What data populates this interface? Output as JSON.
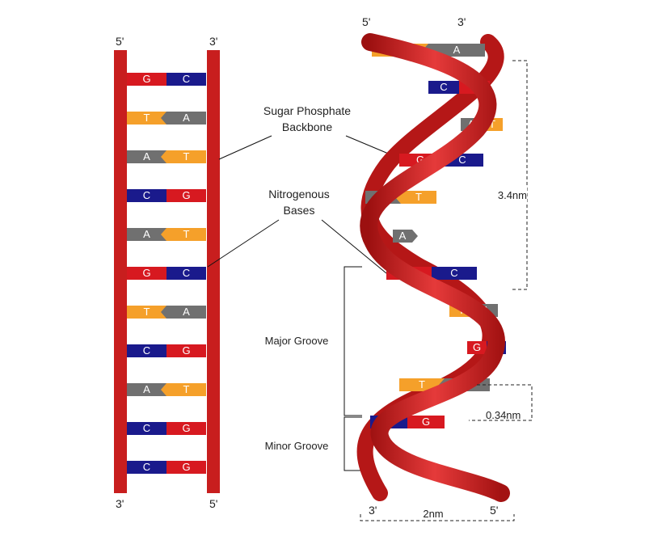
{
  "ladder": {
    "top_left": "5'",
    "top_right": "3'",
    "bottom_left": "3'",
    "bottom_right": "5'",
    "pairs": [
      [
        "G",
        "C"
      ],
      [
        "T",
        "A"
      ],
      [
        "A",
        "T"
      ],
      [
        "C",
        "G"
      ],
      [
        "A",
        "T"
      ],
      [
        "G",
        "C"
      ],
      [
        "T",
        "A"
      ],
      [
        "C",
        "G"
      ],
      [
        "A",
        "T"
      ],
      [
        "C",
        "G"
      ],
      [
        "C",
        "G"
      ]
    ]
  },
  "labels": {
    "backbone_line1": "Sugar Phosphate",
    "backbone_line2": "Backbone",
    "bases_line1": "Nitrogenous",
    "bases_line2": "Bases",
    "major_groove": "Major Groove",
    "minor_groove": "Minor Groove",
    "pitch": "3.4nm",
    "rise": "0.34nm",
    "width": "2nm"
  },
  "helix": {
    "top_left": "5'",
    "top_right": "3'",
    "bottom_left": "3'",
    "bottom_right": "5'",
    "bases": [
      [
        "T",
        "A"
      ],
      [
        "C",
        "G"
      ],
      [
        "A",
        "T"
      ],
      [
        "G",
        "C"
      ],
      [
        "A",
        "T"
      ],
      [
        "A",
        ""
      ],
      [
        "G",
        "C"
      ],
      [
        "T",
        "A"
      ],
      [
        "G",
        "C"
      ],
      [
        "T",
        "A"
      ],
      [
        "C",
        "G"
      ]
    ]
  },
  "colors": {
    "G": "#d71920",
    "C": "#1a1a8c",
    "A": "#707070",
    "T": "#f5a02a",
    "backbone": "#c81e1e"
  }
}
